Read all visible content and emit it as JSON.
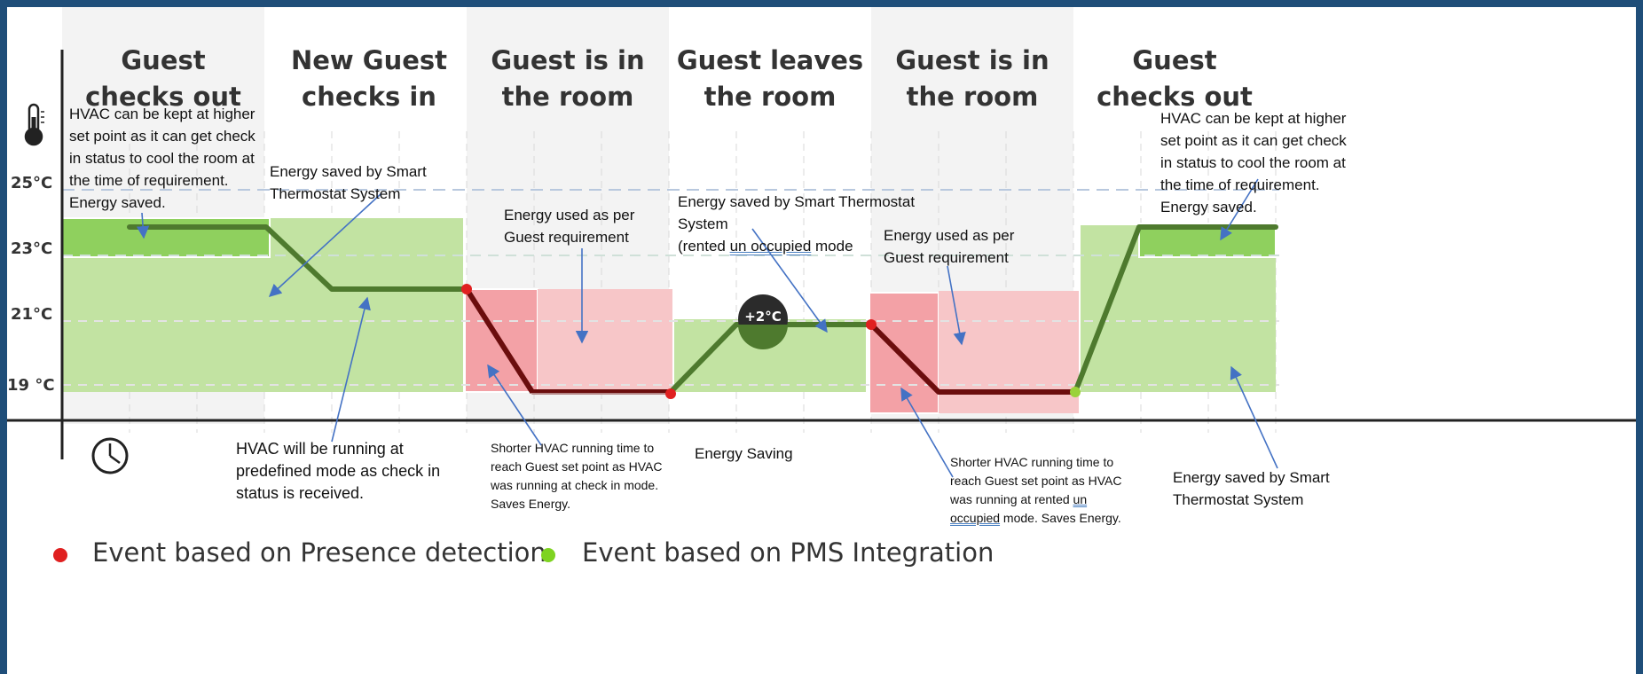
{
  "colors": {
    "frame": "#1f4e79",
    "green_fill": "#c2e3a2",
    "green_dark_fill": "#8fd05e",
    "green_line": "#4e7a2e",
    "red_fill": "#f3a1a6",
    "red_light_fill": "#f7c6c8",
    "red_line": "#6b0d0d",
    "arrow": "#4472c4",
    "presence_dot": "#e02020",
    "pms_dot": "#7ed321"
  },
  "phases": [
    {
      "label": "Guest\nchecks out"
    },
    {
      "label": "New Guest\nchecks in"
    },
    {
      "label": "Guest is in\nthe room"
    },
    {
      "label": "Guest leaves\nthe room"
    },
    {
      "label": "Guest is in\nthe room"
    },
    {
      "label": "Guest\nchecks out"
    }
  ],
  "y_axis": {
    "icon": "thermometer-icon",
    "ticks": [
      "25°C",
      "23°C",
      "21°C",
      "19 °C"
    ]
  },
  "x_axis": {
    "icon": "clock-icon"
  },
  "badge": "+2°C",
  "notes": {
    "checkout1": "HVAC can be kept at  higher\nset point as it can  get check\nin status to cool  the room at\nthe time of  requirement.\nEnergy  saved.",
    "saved1": "Energy saved by  Smart\nThermostat System",
    "used1": "Energy used as per\nGuest requirement",
    "saved_unoccupied_1": "Energy saved by  Smart Thermostat\nSystem",
    "saved_unoccupied_2a": "(rented ",
    "saved_unoccupied_2b": "un occupied",
    "saved_unoccupied_2c": " mode",
    "used2": "Energy used as per\nGuest requirement",
    "checkout2": "HVAC can be kept at  higher\nset point as it can  get check\nin status to cool  the room at\nthe time of  requirement.\nEnergy  saved.",
    "predefined": "HVAC will be running at\npredefined mode as check in\nstatus is received.",
    "shorter1": "Shorter HVAC running  time to\nreach Guest set  point as HVAC\nwas  running at check in  mode.\nSaves Energy.",
    "energy_saving": "Energy Saving",
    "shorter2a": "Shorter HVAC running  time to\nreach Guest set  point as HVAC\nwas  running at rented ",
    "shorter2b": "un",
    "shorter2c": "occupied",
    "shorter2d": " mode. Saves  Energy.",
    "saved_end": "Energy saved by  Smart\nThermostat System"
  },
  "legend": [
    {
      "label": "Event based on Presence detection",
      "dot": "presence"
    },
    {
      "label": "Event based on PMS Integration",
      "dot": "pms"
    }
  ]
}
